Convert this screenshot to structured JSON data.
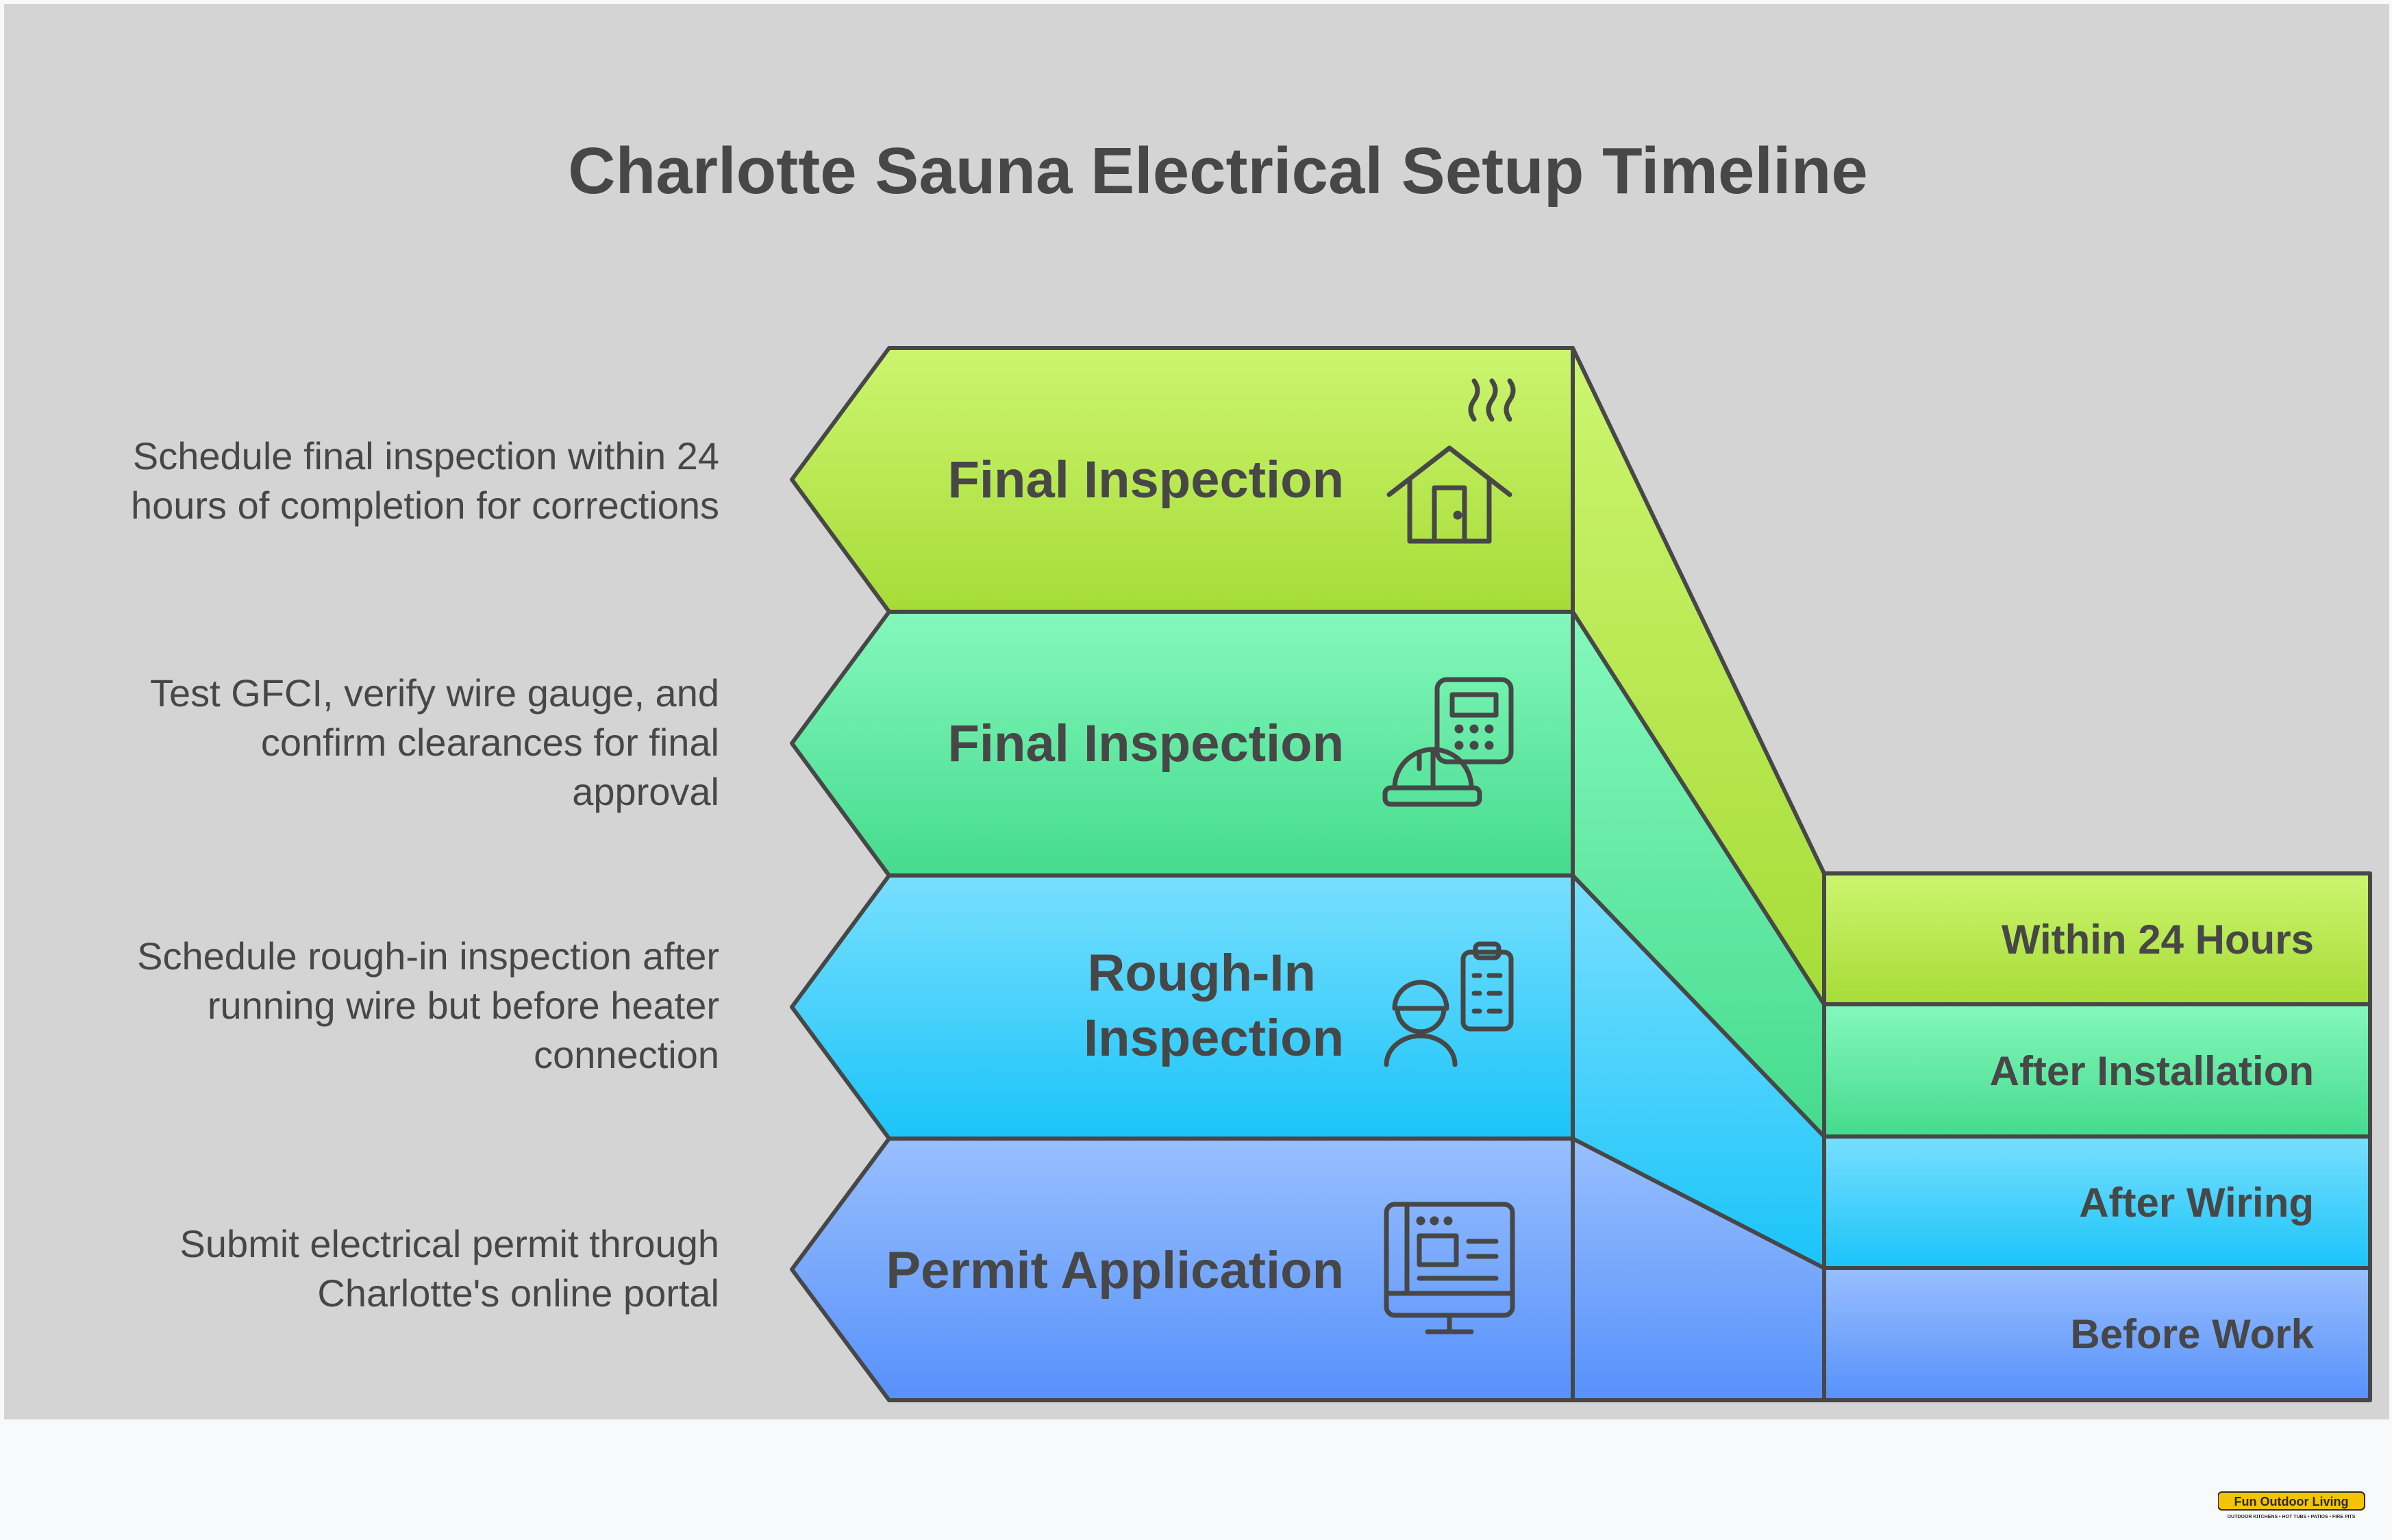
{
  "title": "Charlotte Sauna Electrical Setup Timeline",
  "steps": [
    {
      "label": "Final Inspection",
      "description": "Schedule final inspection within 24\nhours of completion for corrections",
      "timing": "Within 24 Hours",
      "icon": "sauna-house-icon",
      "gradient": [
        "#ccf56f",
        "#a6dc37"
      ]
    },
    {
      "label": "Final Inspection",
      "description": "Test GFCI, verify wire gauge, and\nconfirm clearances for final\napproval",
      "timing": "After Installation",
      "icon": "hardhat-calculator-icon",
      "gradient": [
        "#84f8bb",
        "#45db8e"
      ]
    },
    {
      "label_lines": [
        "Rough-In",
        "Inspection"
      ],
      "description": "Schedule rough-in inspection after\nrunning wire but before heater\nconnection",
      "timing": "After Wiring",
      "icon": "inspector-clipboard-icon",
      "gradient": [
        "#78dffe",
        "#1bc4f9"
      ]
    },
    {
      "label": "Permit Application",
      "description": "Submit electrical permit through\nCharlotte's online portal",
      "timing": "Before Work",
      "icon": "computer-form-icon",
      "gradient": [
        "#98bffe",
        "#5791fb"
      ]
    }
  ],
  "logo": {
    "brand": "Fun Outdoor Living",
    "tagline": "OUTDOOR KITCHENS • HOT TUBS • PATIOS • FIRE PITS"
  }
}
